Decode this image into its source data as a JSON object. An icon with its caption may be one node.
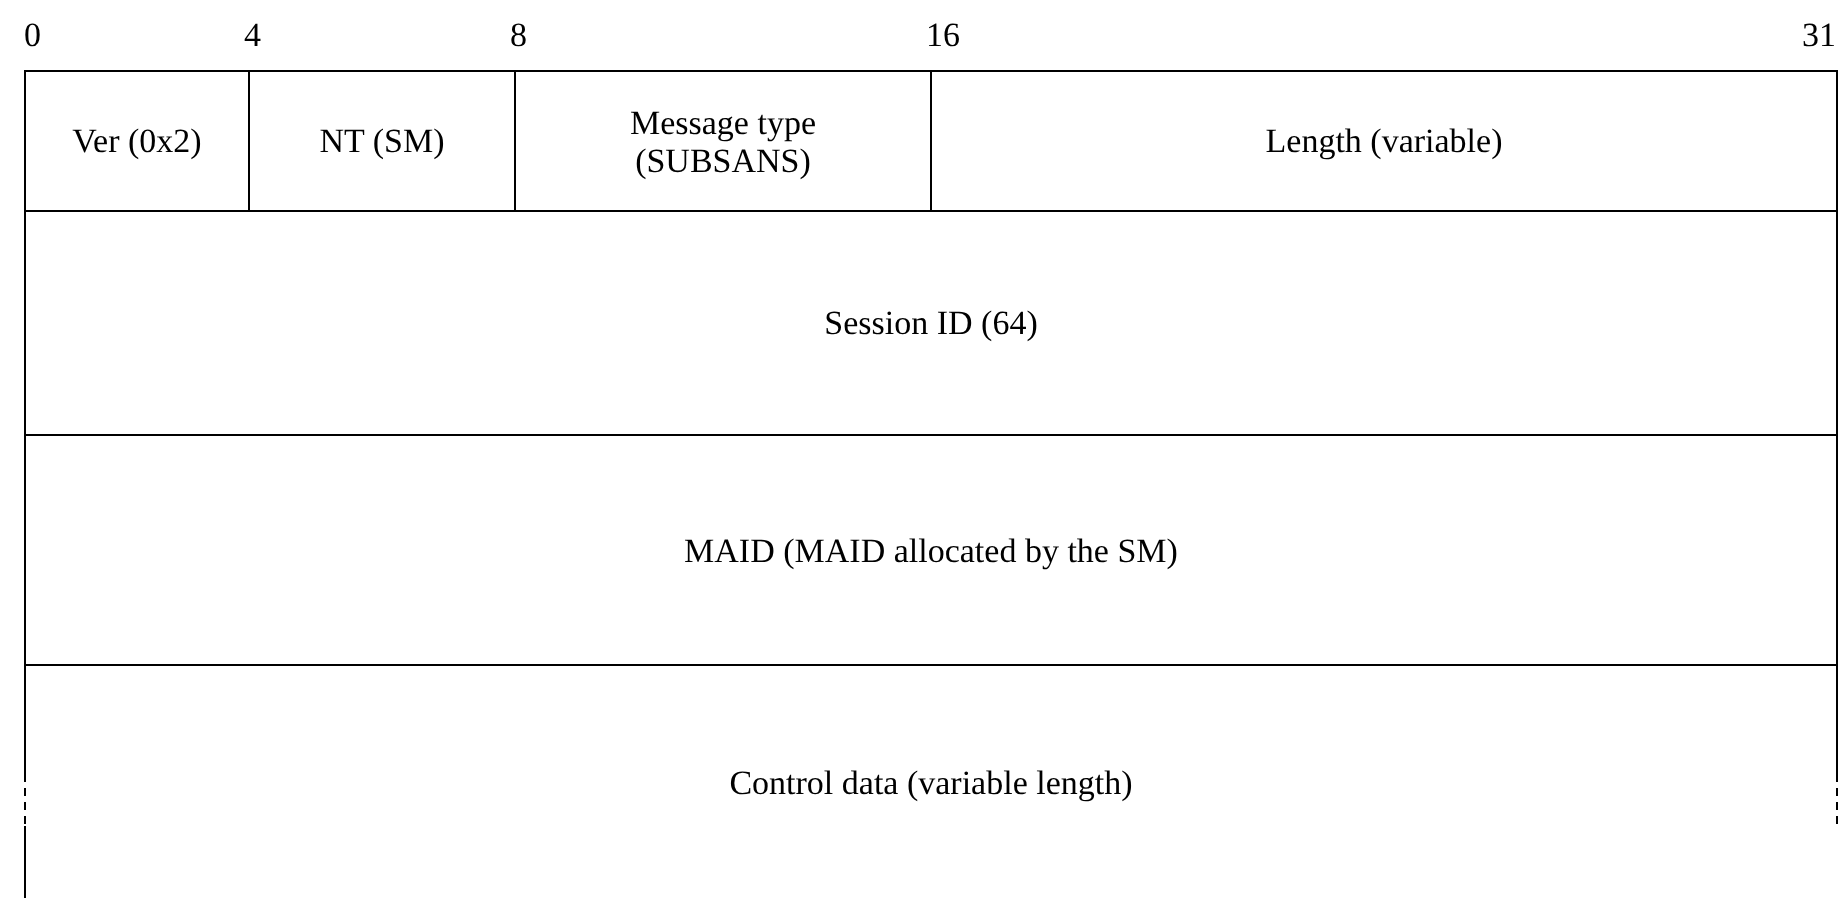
{
  "diagram": {
    "nodes": [
      {
        "text": [
          "Ver (0x2)"
        ]
      },
      {
        "text": [
          "NT (SM)"
        ]
      },
      {
        "text": [
          "Message type (SUBSANS)"
        ]
      },
      {
        "text": [
          "Length (variable)"
        ]
      },
      {
        "text": [
          "Session ID (64)"
        ]
      },
      {
        "text": [
          "MAID (MAID allocated by the SM)"
        ]
      },
      {
        "text": [
          "Control data (variable length)"
        ]
      }
    ],
    "edges": [],
    "labels": [
      "0",
      "4",
      "8",
      "16",
      "31"
    ]
  }
}
